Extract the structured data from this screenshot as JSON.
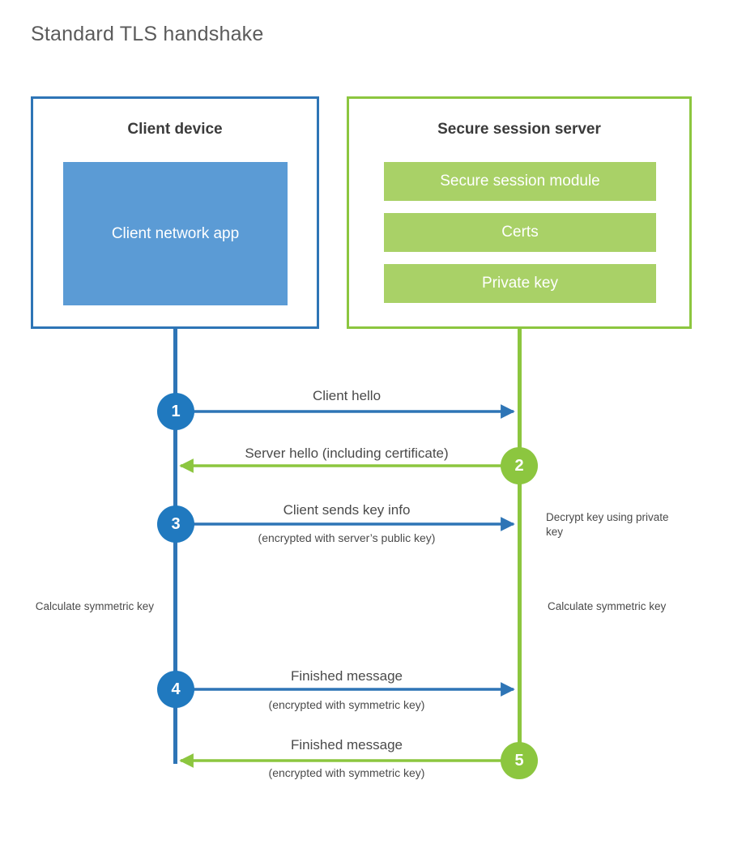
{
  "title": "Standard TLS handshake",
  "colors": {
    "client_accent": "#2e75b6",
    "client_circle": "#2079bf",
    "client_block": "#5b9bd5",
    "server_accent": "#8cc63f",
    "server_block": "#a9d167",
    "text": "#4a4a4a",
    "title_text": "#5b5b5b",
    "background": "#ffffff"
  },
  "client": {
    "title": "Client device",
    "blocks": [
      {
        "label": "Client network app"
      }
    ]
  },
  "server": {
    "title": "Secure session server",
    "blocks": [
      {
        "label": "Secure session module"
      },
      {
        "label": "Certs"
      },
      {
        "label": "Private key"
      }
    ]
  },
  "steps": [
    {
      "number": "1",
      "side": "client",
      "direction": "right",
      "primary": "Client hello",
      "secondary": ""
    },
    {
      "number": "2",
      "side": "server",
      "direction": "left",
      "primary": "Server hello (including certificate)",
      "secondary": ""
    },
    {
      "number": "3",
      "side": "client",
      "direction": "right",
      "primary": "Client sends key info",
      "secondary": "(encrypted with server’s public key)"
    },
    {
      "number": "4",
      "side": "client",
      "direction": "right",
      "primary": "Finished message",
      "secondary": "(encrypted with symmetric key)"
    },
    {
      "number": "5",
      "side": "server",
      "direction": "left",
      "primary": "Finished message",
      "secondary": "(encrypted with symmetric key)"
    }
  ],
  "annotations": {
    "server_decrypt": "Decrypt key using private key",
    "client_calculate": "Calculate symmetric key",
    "server_calculate": "Calculate symmetric key"
  }
}
